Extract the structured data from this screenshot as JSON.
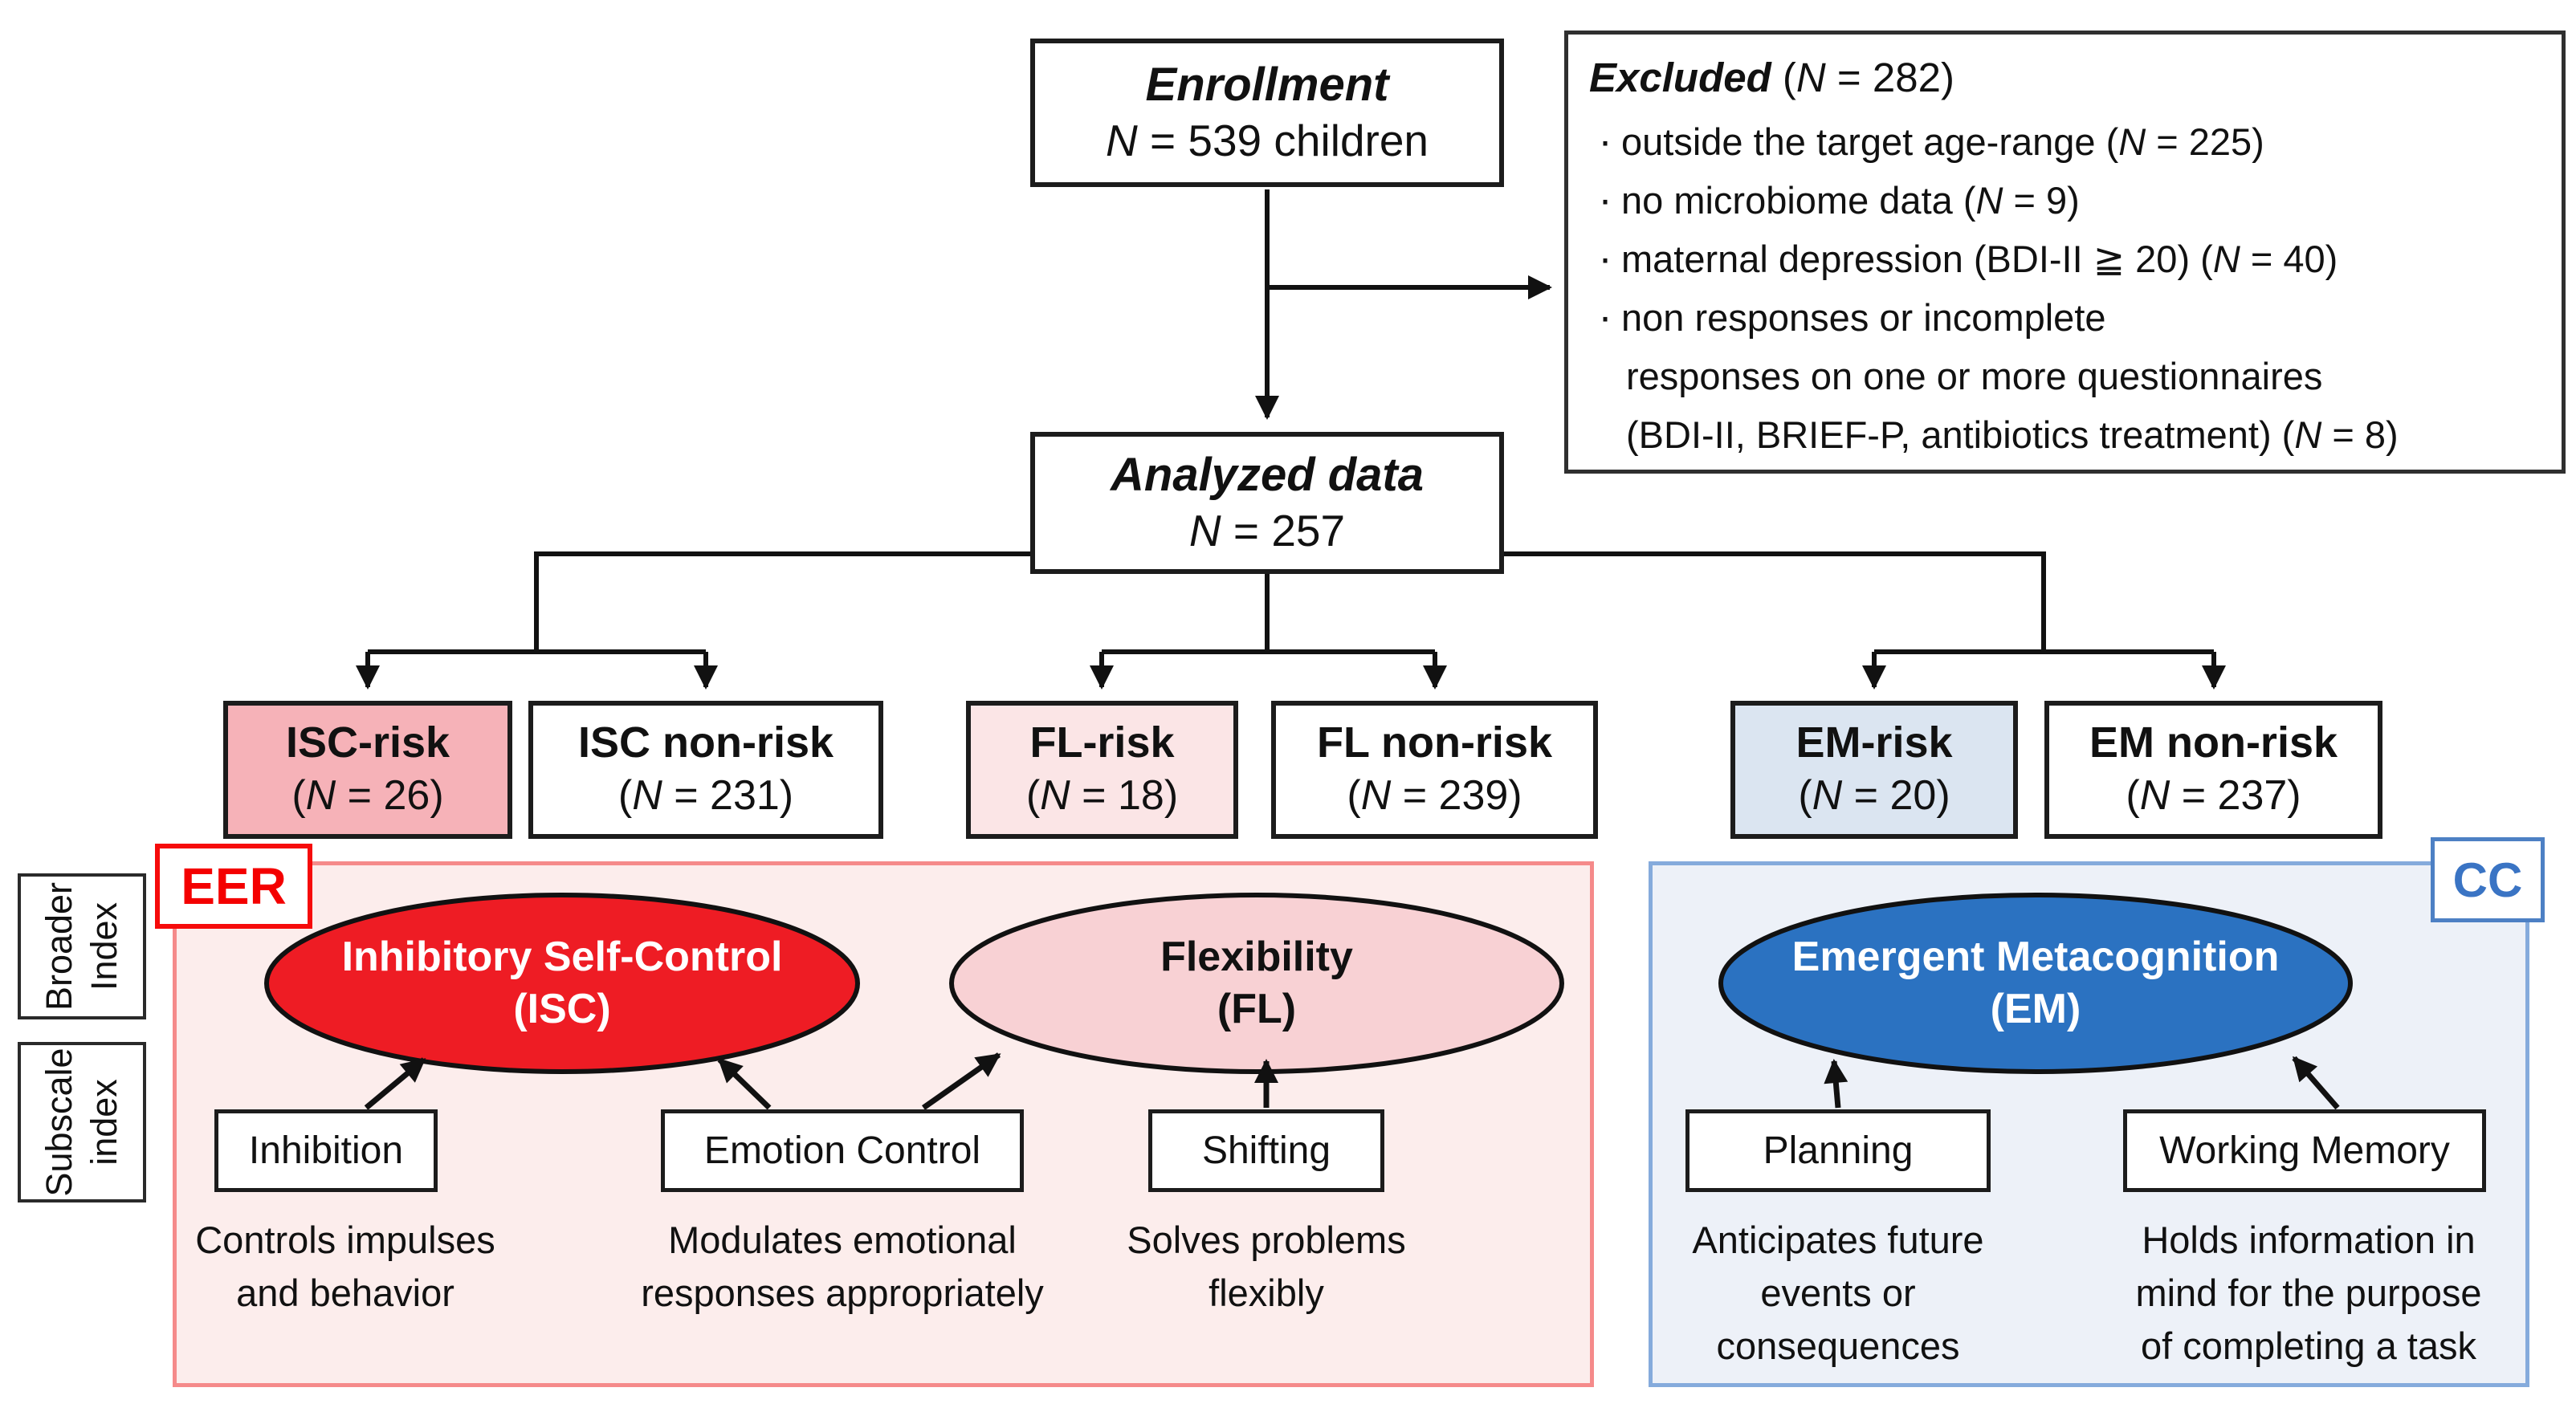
{
  "figure": {
    "enrollment": {
      "title": "Enrollment",
      "n": {
        "pre": "",
        "it": "N",
        "post": " = 539 children"
      }
    },
    "analyzed": {
      "title": "Analyzed data",
      "n": {
        "pre": "",
        "it": "N",
        "post": " = 257"
      }
    },
    "excluded": {
      "title": {
        "bold": "Excluded",
        "pre": " (",
        "it": "N",
        "post": " = 282)"
      },
      "items": [
        {
          "bullet": "·",
          "pre": "outside the target age-range (",
          "it": "N",
          "post": " = 225)"
        },
        {
          "bullet": "·",
          "pre": "no microbiome data (",
          "it": "N",
          "post": " = 9)"
        },
        {
          "bullet": "·",
          "pre": "maternal depression (BDI-II ≧ 20) (",
          "it": "N",
          "post": " = 40)"
        },
        {
          "bullet": "·",
          "pre": "non responses or incomplete",
          "it": "",
          "post": ""
        },
        {
          "bullet": "",
          "pre": "responses on one or more questionnaires",
          "it": "",
          "post": ""
        },
        {
          "bullet": "",
          "pre": "(BDI-II, BRIEF-P, antibiotics treatment) (",
          "it": "N",
          "post": " = 8)"
        }
      ]
    },
    "groups": [
      {
        "name": "ISC-risk",
        "n": {
          "pre": "(",
          "it": "N",
          "post": " = 26)"
        }
      },
      {
        "name": "ISC non-risk",
        "n": {
          "pre": "(",
          "it": "N",
          "post": " = 231)"
        }
      },
      {
        "name": "FL-risk",
        "n": {
          "pre": "(",
          "it": "N",
          "post": " = 18)"
        }
      },
      {
        "name": "FL non-risk",
        "n": {
          "pre": "(",
          "it": "N",
          "post": " = 239)"
        }
      },
      {
        "name": "EM-risk",
        "n": {
          "pre": "(",
          "it": "N",
          "post": " = 20)"
        }
      },
      {
        "name": "EM non-risk",
        "n": {
          "pre": "(",
          "it": "N",
          "post": " = 237)"
        }
      }
    ],
    "panel_eer_tag": "EER",
    "panel_cc_tag": "CC",
    "row_labels": {
      "broader": {
        "line1": "Broader",
        "line2": "Index"
      },
      "subscale": {
        "line1": "Subscale",
        "line2": "index"
      }
    },
    "ellipses": [
      {
        "line1": "Inhibitory Self-Control",
        "line2": "(ISC)"
      },
      {
        "line1": "Flexibility",
        "line2": "(FL)"
      },
      {
        "line1": "Emergent Metacognition",
        "line2": "(EM)"
      }
    ],
    "subscales": [
      {
        "label": "Inhibition",
        "desc": [
          "Controls impulses",
          "and behavior"
        ]
      },
      {
        "label": "Emotion Control",
        "desc": [
          "Modulates emotional",
          "responses appropriately"
        ]
      },
      {
        "label": "Shifting",
        "desc": [
          "Solves problems",
          "flexibly"
        ]
      },
      {
        "label": "Planning",
        "desc": [
          "Anticipates future",
          "events or",
          "consequences"
        ]
      },
      {
        "label": "Working Memory",
        "desc": [
          "Holds information in",
          "mind for the purpose",
          "of completing a task"
        ]
      }
    ],
    "colors": {
      "isc_risk_fill": "#F6B2B8",
      "fl_risk_fill": "#FBE5E6",
      "em_risk_fill": "#DBE5F1",
      "isc_ellipse_fill": "#EE1C24",
      "fl_ellipse_fill": "#F8D1D4",
      "em_ellipse_fill": "#2B72C1",
      "eer_tag_color": "#F40000",
      "eer_panel_border": "#F58A8A",
      "eer_panel_fill": "#FCEDEC",
      "cc_tag_color": "#3A74C4",
      "cc_panel_border": "#85ABDC",
      "cc_panel_fill": "#EDF1F8"
    }
  }
}
